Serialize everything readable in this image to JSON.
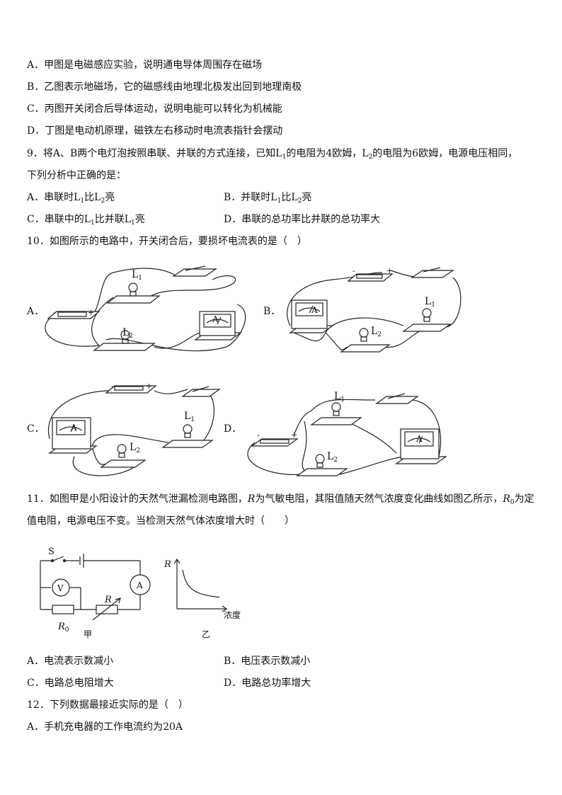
{
  "q8": {
    "a": "A．甲图是电磁感应实验，说明通电导体周围存在磁场",
    "b": "B．乙图表示地磁场，它的磁感线由地理北极发出回到地理南极",
    "c": "C．丙图开关闭合后导体运动，说明电能可以转化为机械能",
    "d": "D．丁图是电动机原理，磁铁左右移动时电流表指针会摆动"
  },
  "q9": {
    "stem_1": "9．将A、B两个电灯泡按照串联、并联的方式连接，已知L",
    "stem_sub1": "1",
    "stem_2": "的电阻为4欧姆，L",
    "stem_sub2": "2",
    "stem_3": "的电阻为6欧姆，电源电压相同，",
    "stem_line2": "下列分析中正确的是：",
    "a_pre": "A．串联时L",
    "a_mid": "比L",
    "a_post": "亮",
    "b_pre": "B．并联时L",
    "b_mid": "比L",
    "b_post": "亮",
    "c_pre": "C．串联中的L",
    "c_mid": "比并联L",
    "c_post": "亮",
    "d": "D．串联的总功率比并联的总功率大",
    "s1": "1",
    "s2": "2"
  },
  "q10": {
    "stem": "10．如图所示的电路中，开关闭合后，要损坏电流表的是（　）",
    "label_a": "A．",
    "label_b": "B．",
    "label_c": "C．",
    "label_d": "D．",
    "l1": "L",
    "l2": "L",
    "s1": "1",
    "s2": "2",
    "ammeter": "A",
    "minus": "-",
    "plus": "+"
  },
  "q11": {
    "stem_1": "11．如图甲是小阳设计的天然气泄漏检测电路图，",
    "R": "R",
    "stem_2": "为气敏电阻，其阻值随天然气浓度变化曲线如图乙所示，",
    "R0": "R",
    "R0_sub": "0",
    "stem_3": "为定",
    "stem_line2": "值电阻，电源电压不变。当检测天然气体浓度增大时（　　）",
    "diagram": {
      "switch": "S",
      "voltmeter": "V",
      "ammeter": "A",
      "rheostat": "R",
      "r0": "R",
      "r0_sub": "0",
      "jia": "甲"
    },
    "graph": {
      "ylabel": "R",
      "xlabel": "浓度",
      "yi": "乙"
    },
    "a": "A．电流表示数减小",
    "b": "B．电压表示数减小",
    "c": "C．电路总电阻增大",
    "d": "D．电路总功率增大"
  },
  "q12": {
    "stem": "12．下列数据最接近实际的是（　）",
    "a": "A．手机充电器的工作电流约为20A"
  }
}
